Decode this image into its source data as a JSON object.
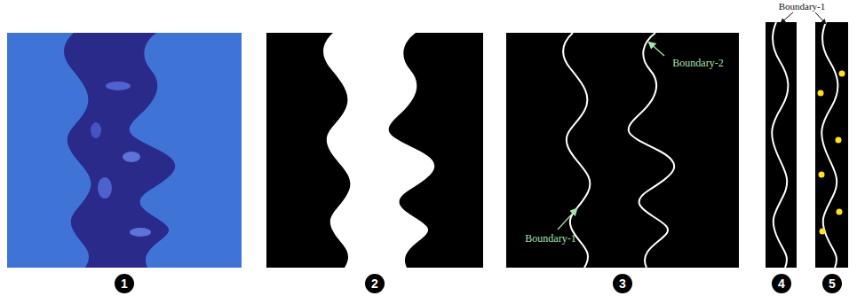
{
  "diagram": {
    "labels": [
      "Boundary-1",
      "Boundary-2",
      "Boundary-1",
      "1",
      "2",
      "3",
      "4",
      "5"
    ]
  }
}
